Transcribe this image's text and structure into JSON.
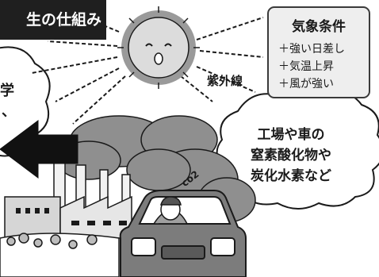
{
  "title": {
    "text": "生の仕組み"
  },
  "weather_box": {
    "title": "気象条件",
    "items": [
      "＋強い日差し",
      "＋気温上昇",
      "＋風が強い"
    ]
  },
  "uv_label": "紫外線",
  "left_cloud": {
    "line1": "学",
    "line2": "、"
  },
  "emissions_cloud": {
    "lines": [
      "工場や車の",
      "窒素酸化物や",
      "炭化水素など"
    ]
  },
  "co2_label": "co2",
  "colors": {
    "banner": "#1f1f1f",
    "box_fill": "#eeeeee",
    "smoke": "#8f8f8f",
    "sun": "#9a9a9a",
    "car": "#7c7c7c"
  },
  "icons": [
    "sun-icon",
    "arrow-left-icon",
    "factory-icon",
    "car-icon",
    "driver-icon",
    "smoke-cloud-icon"
  ]
}
